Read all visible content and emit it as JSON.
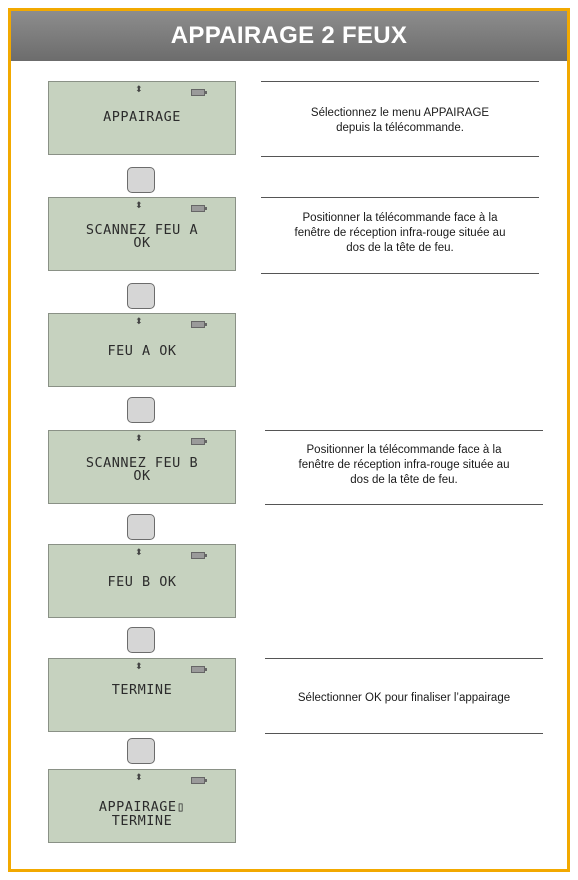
{
  "header": {
    "title": "APPAIRAGE 2 FEUX"
  },
  "lcd_icons": {
    "nav": "updown-arrow-icon",
    "battery": "battery-icon"
  },
  "screens": [
    {
      "line1": "APPAIRAGE",
      "line2": ""
    },
    {
      "line1": "SCANNEZ FEU A",
      "line2": "OK"
    },
    {
      "line1": "FEU A OK",
      "line2": ""
    },
    {
      "line1": "SCANNEZ FEU B",
      "line2": "OK"
    },
    {
      "line1": "FEU B OK",
      "line2": ""
    },
    {
      "line1": "TERMINE",
      "line2": ""
    },
    {
      "line1": "APPAIRAGE▯",
      "line2": "TERMINE"
    }
  ],
  "notes": [
    {
      "line1": "Sélectionnez le menu APPAIRAGE",
      "line2": "depuis la télécommande.",
      "line3": ""
    },
    {
      "line1": "Positionner la télécommande face à la",
      "line2": "fenêtre de réception infra-rouge située au",
      "line3": "dos de la tête de feu."
    },
    {
      "line1": "Positionner la télécommande face à la",
      "line2": "fenêtre de réception infra-rouge située au",
      "line3": "dos de la tête de feu."
    },
    {
      "line1": "Sélectionner OK pour finaliser l’appairage",
      "line2": "",
      "line3": ""
    }
  ],
  "colors": {
    "frame": "#f2a900",
    "header_bg": "#7a7a7a",
    "lcd_bg": "#c6d2bf",
    "button_bg": "#d6d6d6"
  }
}
